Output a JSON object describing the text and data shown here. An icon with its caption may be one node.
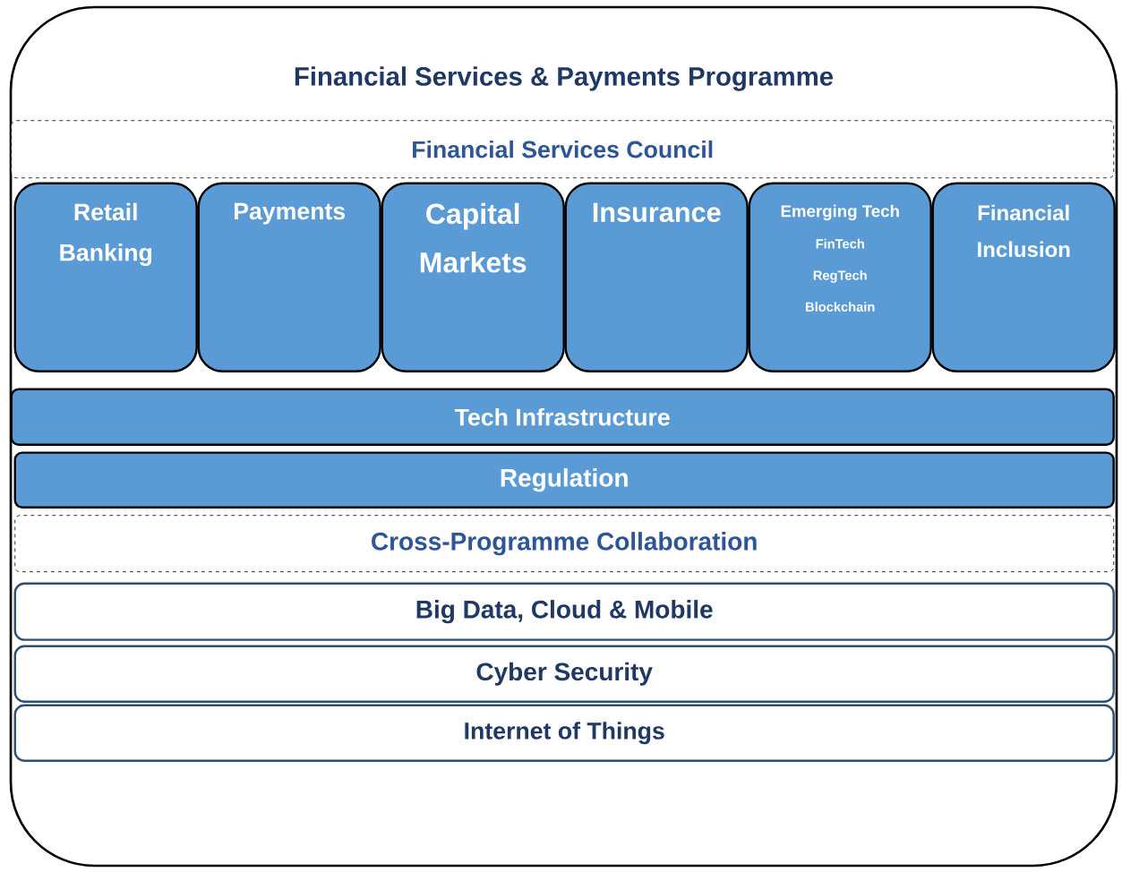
{
  "diagram": {
    "nodes": [
      {
        "text": [
          "Financial Services & Payments Programme"
        ]
      },
      {
        "text": [
          "Financial Services Council"
        ],
        "in": 0
      },
      {
        "text": [
          "Retail Banking"
        ],
        "in": 0
      },
      {
        "text": [
          "Payments"
        ],
        "in": 0
      },
      {
        "text": [
          "Capital Markets"
        ],
        "in": 0
      },
      {
        "text": [
          "Insurance"
        ],
        "in": 0
      },
      {
        "text": [
          "Emerging Tech",
          "FinTech",
          "RegTech",
          "Blockchain"
        ],
        "in": 0
      },
      {
        "text": [
          "Financial Inclusion"
        ],
        "in": 0
      },
      {
        "text": [
          "Tech Infrastructure"
        ],
        "in": 0
      },
      {
        "text": [
          "Regulation"
        ],
        "in": 0
      },
      {
        "text": [
          "Cross-Programme Collaboration"
        ],
        "in": 0
      },
      {
        "text": [
          "Big Data, Cloud & Mobile"
        ],
        "in": 0
      },
      {
        "text": [
          "Cyber Security"
        ],
        "in": 0
      },
      {
        "text": [
          "Internet of Things"
        ],
        "in": 0
      }
    ]
  }
}
